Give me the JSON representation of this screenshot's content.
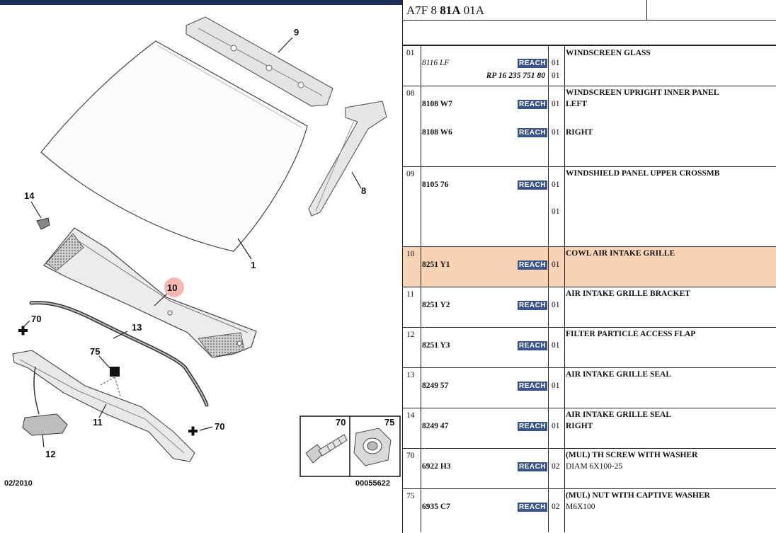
{
  "diagram": {
    "date": "02/2010",
    "ref": "00055622",
    "callouts": {
      "c1": "1",
      "c8": "8",
      "c9": "9",
      "c10": "10",
      "c11": "11",
      "c12": "12",
      "c13": "13",
      "c14": "14",
      "c70a": "70",
      "c70b": "70",
      "c75": "75"
    },
    "inset": {
      "left_label": "70",
      "right_label": "75"
    }
  },
  "table": {
    "header": {
      "code_a": "A7F 8 ",
      "code_b": "81A",
      "code_c": " 01A"
    },
    "badge_label": "REACH",
    "rows": [
      {
        "num": "01",
        "desc": "WINDSCREEN GLASS",
        "lines": [
          {
            "ref": "8116 LF",
            "qty": "01"
          },
          {
            "ref": "RP 16 235 751 80",
            "qty": "01"
          }
        ]
      },
      {
        "num": "08",
        "desc": "WINDSCREEN UPRIGHT INNER PANEL",
        "lines": [
          {
            "ref": "8108 W7",
            "qty": "01",
            "sub": "LEFT"
          },
          {
            "ref": "8108 W6",
            "qty": "01",
            "sub": "RIGHT"
          }
        ]
      },
      {
        "num": "09",
        "desc": "WINDSHIELD PANEL UPPER CROSSMB",
        "lines": [
          {
            "ref": "8105 76",
            "qty": "01"
          },
          {
            "qty": "01"
          }
        ]
      },
      {
        "num": "10",
        "desc": "COWL AIR INTAKE GRILLE",
        "lines": [
          {
            "ref": "8251 Y1",
            "qty": "01"
          }
        ]
      },
      {
        "num": "11",
        "desc": "AIR INTAKE GRILLE BRACKET",
        "lines": [
          {
            "ref": "8251 Y2",
            "qty": "01"
          }
        ]
      },
      {
        "num": "12",
        "desc": "FILTER PARTICLE ACCESS FLAP",
        "lines": [
          {
            "ref": "8251 Y3",
            "qty": "01"
          }
        ]
      },
      {
        "num": "13",
        "desc": "AIR INTAKE GRILLE SEAL",
        "lines": [
          {
            "ref": "8249 57",
            "qty": "01"
          }
        ]
      },
      {
        "num": "14",
        "desc": "AIR INTAKE GRILLE SEAL",
        "lines": [
          {
            "ref": "8249 47",
            "qty": "01",
            "sub": "RIGHT"
          }
        ]
      },
      {
        "num": "70",
        "desc": "(MUL) TH SCREW WITH WASHER",
        "lines": [
          {
            "ref": "6922 H3",
            "qty": "02",
            "sub": "DIAM 6X100-25"
          }
        ]
      },
      {
        "num": "75",
        "desc": "(MUL) NUT WITH CAPTIVE WASHER",
        "lines": [
          {
            "ref": "6935 C7",
            "qty": "02",
            "sub": "M6X100"
          }
        ]
      }
    ]
  },
  "colors": {
    "header_bar": "#1c2f58",
    "badge": "#3b5489",
    "selected_row": "#f9d3b6",
    "highlight_callout": "#f3a6a0"
  }
}
